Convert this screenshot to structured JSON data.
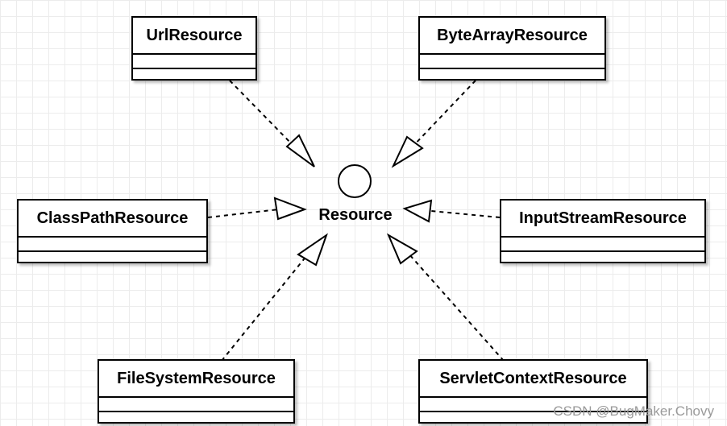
{
  "interface": {
    "name": "Resource"
  },
  "classes": [
    {
      "id": "url",
      "name": "UrlResource"
    },
    {
      "id": "bytearray",
      "name": "ByteArrayResource"
    },
    {
      "id": "classpath",
      "name": "ClassPathResource"
    },
    {
      "id": "inputstream",
      "name": "InputStreamResource"
    },
    {
      "id": "filesystem",
      "name": "FileSystemResource"
    },
    {
      "id": "servletcontext",
      "name": "ServletContextResource"
    }
  ],
  "watermark": "CSDN @BugMaker.Chovy"
}
